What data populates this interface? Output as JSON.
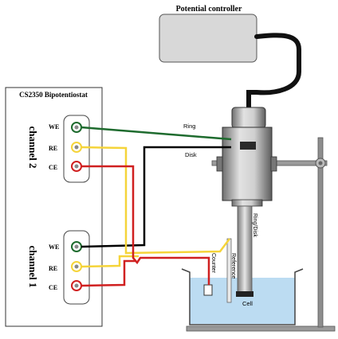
{
  "title": "Potential controller",
  "instrument": {
    "name": "CS2350 Bipotentiostat",
    "channel2": "channel 2",
    "channel1": "channel 1",
    "terminals_ch2": [
      "WE",
      "RE",
      "CE"
    ],
    "terminals_ch1": [
      "WE",
      "RE",
      "CE"
    ]
  },
  "labels": {
    "ring": "Ring",
    "disk": "Disk",
    "ring_disk": "Ring/Disk",
    "counter": "Counter",
    "reference": "Reference",
    "cell": "Cell"
  },
  "colors": {
    "ring_wire": "#1e6b2e",
    "disk_wire": "#000000",
    "reference_wire": "#f5d43a",
    "counter_wire": "#d02020",
    "electrolyte": "#bcdcf2",
    "controller_box": "#d8d8d8"
  }
}
